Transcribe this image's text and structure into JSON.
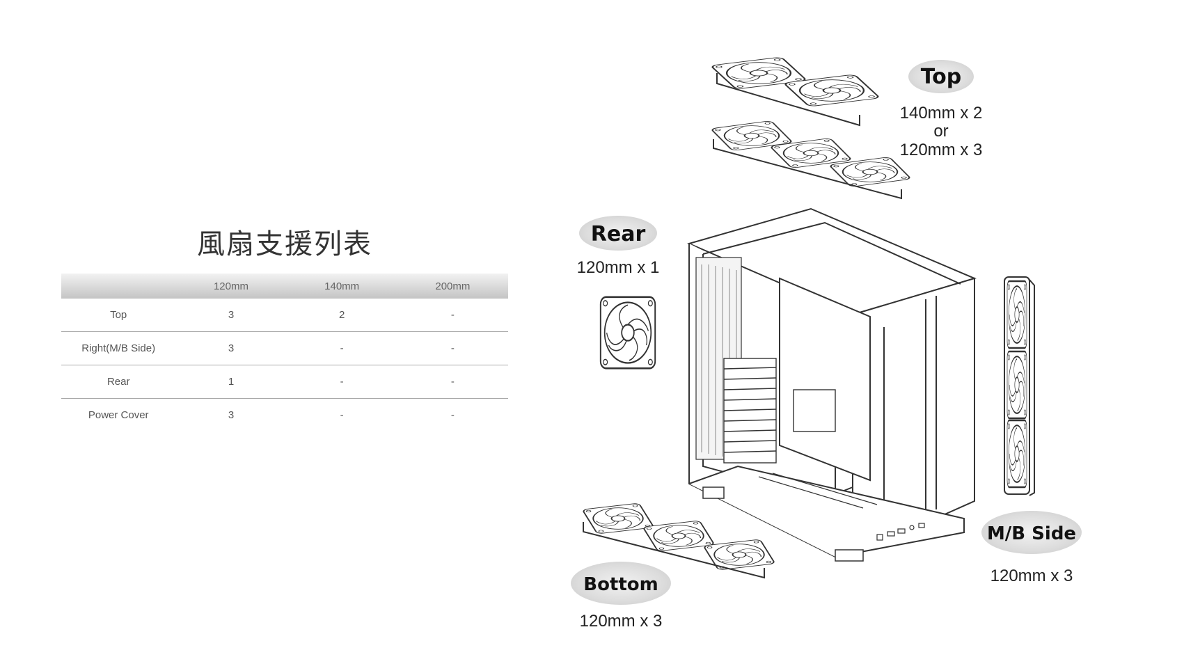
{
  "title": "風扇支援列表",
  "table": {
    "headers": [
      "",
      "120mm",
      "140mm",
      "200mm"
    ],
    "rows": [
      [
        "Top",
        "3",
        "2",
        "-"
      ],
      [
        "Right(M/B Side)",
        "3",
        "-",
        "-"
      ],
      [
        "Rear",
        "1",
        "-",
        "-"
      ],
      [
        "Power Cover",
        "3",
        "-",
        "-"
      ]
    ]
  },
  "diagram": {
    "top": {
      "label": "Top",
      "spec_line1": "140mm x 2",
      "spec_line2": "or",
      "spec_line3": "120mm x 3"
    },
    "rear": {
      "label": "Rear",
      "spec": "120mm x 1"
    },
    "mb_side": {
      "label": "M/B Side",
      "spec": "120mm x 3"
    },
    "bottom": {
      "label": "Bottom",
      "spec": "120mm x 3"
    }
  }
}
